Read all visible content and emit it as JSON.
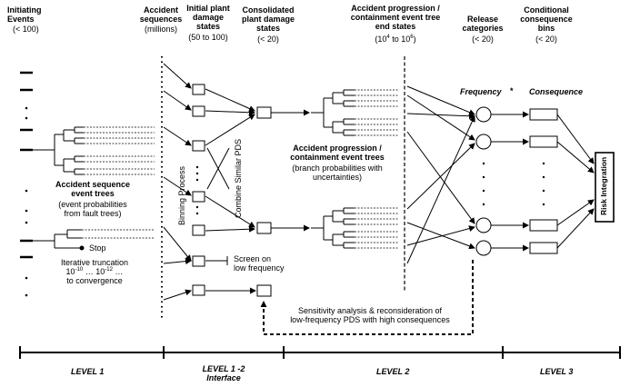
{
  "headers": {
    "initiating": [
      "Initiating",
      "Events"
    ],
    "initiating_sub": "(< 100)",
    "accident_seq": [
      "Accident",
      "sequences"
    ],
    "accident_seq_sub": "(millions)",
    "initial_pds": [
      "Initial plant",
      "damage",
      "states"
    ],
    "initial_pds_sub": "(50 to 100)",
    "consolidated": [
      "Consolidated",
      "plant damage",
      "states"
    ],
    "consolidated_sub": "(< 20)",
    "progression": [
      "Accident progression /",
      "containment event tree",
      "end states"
    ],
    "progression_sub_pre": "(10",
    "progression_sub_exp1": "4",
    "progression_sub_mid": " to 10",
    "progression_sub_exp2": "6",
    "progression_sub_post": ")",
    "release": [
      "Release",
      "categories"
    ],
    "release_sub": "(< 20)",
    "conditional": [
      "Conditional",
      "consequence",
      "bins"
    ],
    "conditional_sub": "(< 20)"
  },
  "freq": {
    "frequency": "Frequency",
    "star": "*",
    "consequence": "Consequence"
  },
  "left": {
    "title": [
      "Accident sequence",
      "event trees"
    ],
    "sub": [
      "(event probabilities",
      "from fault trees)"
    ],
    "stop": "Stop",
    "iter1": "Iterative truncation",
    "iter_a": "10",
    "iter_a_exp": "-10",
    "iter_dots": " … 10",
    "iter_b_exp": "-12",
    "iter_tail": " …",
    "iter3": "to convergence"
  },
  "mid": {
    "binning": "Binning Process",
    "combine": "Combine Similar PDS",
    "screen": [
      "Screen on",
      "low frequency"
    ]
  },
  "progression_tree": {
    "title": [
      "Accident progression /",
      "containment event trees"
    ],
    "sub": [
      "(branch probabilities with",
      "uncertainties)"
    ]
  },
  "sensitivity": [
    "Sensitivity analysis & reconsideration of",
    "low-frequency PDS with high consequences"
  ],
  "risk": "Risk Integration",
  "levels": {
    "l1": "LEVEL 1",
    "l12a": "LEVEL 1 -2",
    "l12b": "Interface",
    "l2": "LEVEL 2",
    "l3": "LEVEL 3"
  }
}
